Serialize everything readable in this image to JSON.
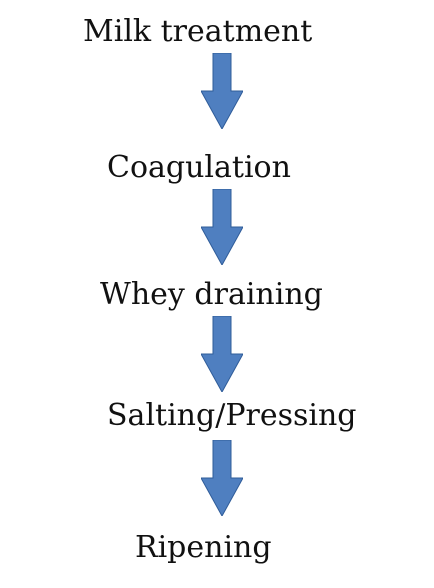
{
  "diagram": {
    "steps": [
      {
        "label": "Milk treatment"
      },
      {
        "label": "Coagulation"
      },
      {
        "label": "Whey draining"
      },
      {
        "label": "Salting/Pressing"
      },
      {
        "label": "Ripening"
      }
    ],
    "arrow_color": "#4F7FC0",
    "arrow_shadow_color": "#2F5C99",
    "text_color": "#111111"
  }
}
